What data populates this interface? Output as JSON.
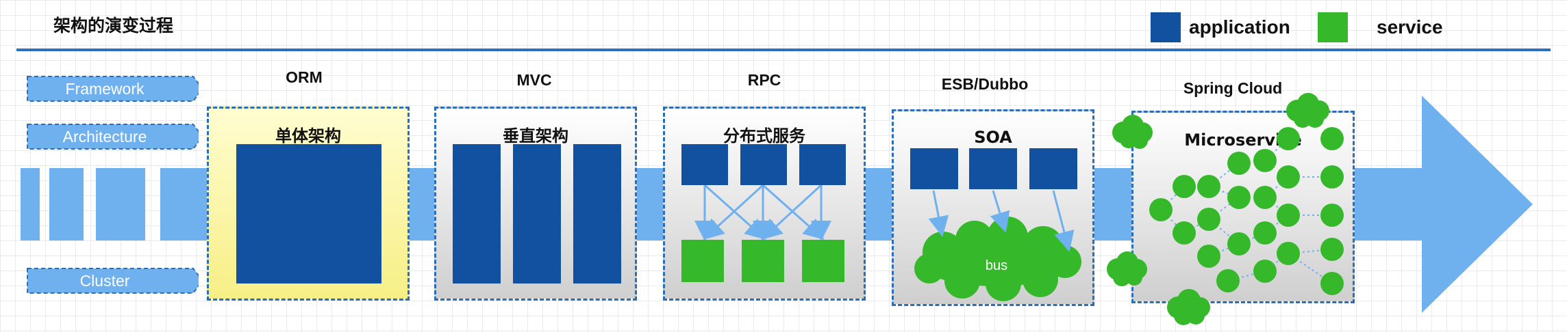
{
  "title": "架构的演变过程",
  "legend": [
    {
      "label": "application",
      "color": "#1251a0"
    },
    {
      "label": "service",
      "color": "#35b82a"
    }
  ],
  "row_tags": {
    "framework": "Framework",
    "architecture": "Architecture",
    "cluster": "Cluster"
  },
  "stages": [
    {
      "framework": "ORM",
      "architecture": "单体架构"
    },
    {
      "framework": "MVC",
      "architecture": "垂直架构"
    },
    {
      "framework": "RPC",
      "architecture": "分布式服务"
    },
    {
      "framework": "ESB/Dubbo",
      "architecture": "SOA",
      "hub": "bus"
    },
    {
      "framework": "Spring Cloud",
      "architecture": "Microservice"
    }
  ],
  "colors": {
    "application": "#1251a0",
    "service": "#35b82a",
    "tag": "#6fb0ef",
    "arrow": "#6fb0ef",
    "monolith_panel": "#fdf7a6",
    "dashed_border": "#2a6eb8"
  }
}
